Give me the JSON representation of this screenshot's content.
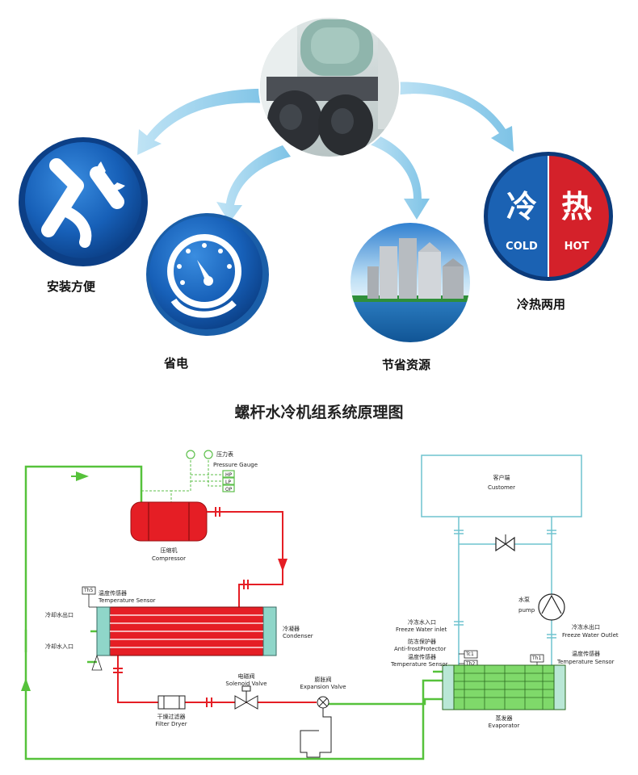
{
  "features": {
    "installation": {
      "label": "安装方便"
    },
    "power_saving": {
      "label": "省电"
    },
    "resource_saving": {
      "label": "节省资源"
    },
    "cold_hot": {
      "label": "冷热两用",
      "cold_char": "冷",
      "hot_char": "热",
      "cold_text": "COLD",
      "hot_text": "HOT"
    }
  },
  "diagram": {
    "title": "螺杆水冷机组系统原理图",
    "pressure_gauge_cn": "压力表",
    "pressure_gauge_en": "Pressure Gauge",
    "gauge_hp": "HP",
    "gauge_lp": "LP",
    "gauge_op": "OP",
    "compressor_cn": "压缩机",
    "compressor_en": "Compressor",
    "th5": "Th5",
    "temp_sensor_cn": "温度传感器",
    "temp_sensor_en": "Temperature Sensor",
    "cooling_out": "冷却水出口",
    "cooling_in": "冷却水入口",
    "condenser_cn": "冷凝器",
    "condenser_en": "Condenser",
    "filter_cn": "干燥过滤器",
    "filter_en": "Filter Dryer",
    "solenoid_cn": "电磁阀",
    "solenoid_en": "Solenoid Valve",
    "expansion_cn": "膨胀阀",
    "expansion_en": "Expansion Valve",
    "customer_cn": "客户端",
    "customer_en": "Customer",
    "pump_cn": "水泵",
    "pump_en": "pump",
    "freeze_in_cn": "冷冻水入口",
    "freeze_in_en": "Freeze Water inlet",
    "anti_frost_cn": "防冻保护器",
    "anti_frost_en": "Anti-frostProtector",
    "temp_sensor2_cn": "温度传感器",
    "temp_sensor2_en": "Temperature Sensor",
    "tc1": "Tc1",
    "th2": "Th2",
    "th1": "Th1",
    "freeze_out_cn": "冷冻水出口",
    "freeze_out_en": "Freeze Water Outlet",
    "temp_sensor3_cn": "温度传感器",
    "temp_sensor3_en": "Temperature Sensor",
    "evaporator_cn": "蒸发器",
    "evaporator_en": "Evaporator"
  },
  "colors": {
    "water_line": "#56c23b",
    "refrigerant_line": "#e51e25",
    "customer_line": "#6fc3cf",
    "gauge_line": "#5cbf4a",
    "arrow_blue": "#8fcbe8",
    "cold_red_split": "#d4212a",
    "cold_blue_split": "#1b62b3"
  }
}
